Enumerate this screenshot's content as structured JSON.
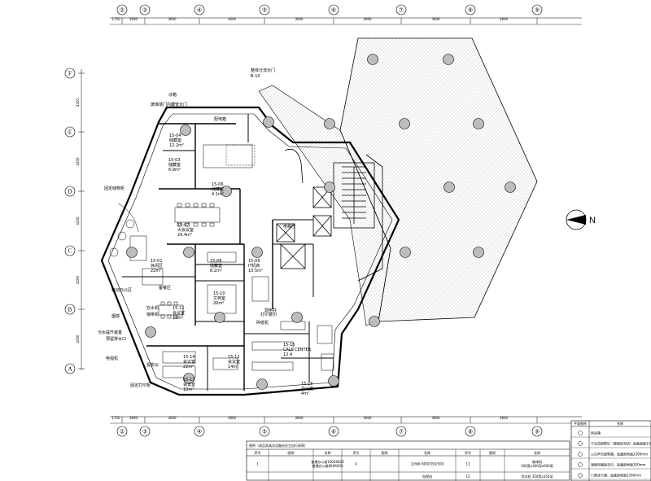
{
  "plan": {
    "grid_columns": [
      "②",
      "③",
      "④",
      "⑤",
      "⑥",
      "⑦",
      "⑧",
      "⑨"
    ],
    "grid_rows": [
      "F",
      "E",
      "D",
      "C",
      "B",
      "A"
    ],
    "top_dims": [
      "1750",
      "3600",
      "3600",
      "3600",
      "3600",
      "3600",
      "3600",
      "3600"
    ],
    "bottom_dims": [
      "1750",
      "3600",
      "3600",
      "3600",
      "3600",
      "3600",
      "3600",
      "3600"
    ],
    "left_dims": [
      "4200",
      "4200",
      "4200",
      "4200",
      "4200"
    ],
    "north_label": "N",
    "rooms": [
      {
        "no": "15-04",
        "name": "储藏室",
        "area": "12.2m²"
      },
      {
        "no": "15-03",
        "name": "储藏室",
        "area": "6.9m²"
      },
      {
        "no": "15-06",
        "name": "储藏室",
        "area": "4.1m²"
      },
      {
        "no": "15-07",
        "name": "大会议室",
        "area": "29.4m²"
      },
      {
        "no": "15-01",
        "name": "休闲区",
        "area": "22m²"
      },
      {
        "no": "15-08",
        "name": "储藏室",
        "area": "8.2m²"
      },
      {
        "no": "15-09",
        "name": "IT机房",
        "area": "10.5m²"
      },
      {
        "no": "15-10",
        "name": "文档室",
        "area": "20m²"
      },
      {
        "no": "15-11",
        "name": "会议室",
        "area": "15m²"
      },
      {
        "no": "15-14",
        "name": "会议室",
        "area": "22m²"
      },
      {
        "no": "15-12",
        "name": "会议室",
        "area": "14m²"
      },
      {
        "no": "15-13",
        "name": "会议室",
        "area": "10m²"
      },
      {
        "no": "15-15",
        "name": "CALL CENTER",
        "area": "12.4"
      },
      {
        "no": "15-16",
        "name": "办公室",
        "area": "4m²"
      }
    ],
    "annotations": [
      "冰箱",
      "玻璃墙门内藏管大门",
      "配电箱",
      "整体分流大门",
      "B-10",
      "电梯厅",
      "弱电井",
      "固定储物柜",
      "饮水机",
      "咖啡机",
      "备餐区",
      "移动办公区",
      "烟感",
      "打印复印",
      "碎纸机",
      "投影仪",
      "固定打印柜",
      "污水提升装置",
      "预留排水口",
      "电视机"
    ],
    "legend": {
      "title": "图例（成品家具及设备由业主自行采购）",
      "headers": [
        "序号",
        "图例",
        "名称",
        "序号",
        "图例",
        "名称",
        "序号",
        "图例",
        "名称"
      ],
      "rows": [
        [
          "1",
          "",
          "普通办公桌1600X825\n普通办公桌800X600",
          "4",
          "",
          "文件柜 800X350/500",
          "11",
          "",
          "咖啡机\n300宽x300深x600高"
        ],
        [
          "",
          "",
          "",
          "",
          "",
          "电视机",
          "12",
          "",
          "饮水机 350宽x350深"
        ]
      ]
    },
    "symbol_legend": {
      "headers": [
        "平面图例",
        "名称"
      ],
      "items": [
        "网关箱",
        "干出货报警铃（管理区电话）底盒高度1300mm",
        "火灾声光报警器，底盒距地面2300mm",
        "强弱电箱插孔栏，底盒距地面300mm",
        "门禁读卡器，底盒距地面1300mm"
      ]
    }
  }
}
